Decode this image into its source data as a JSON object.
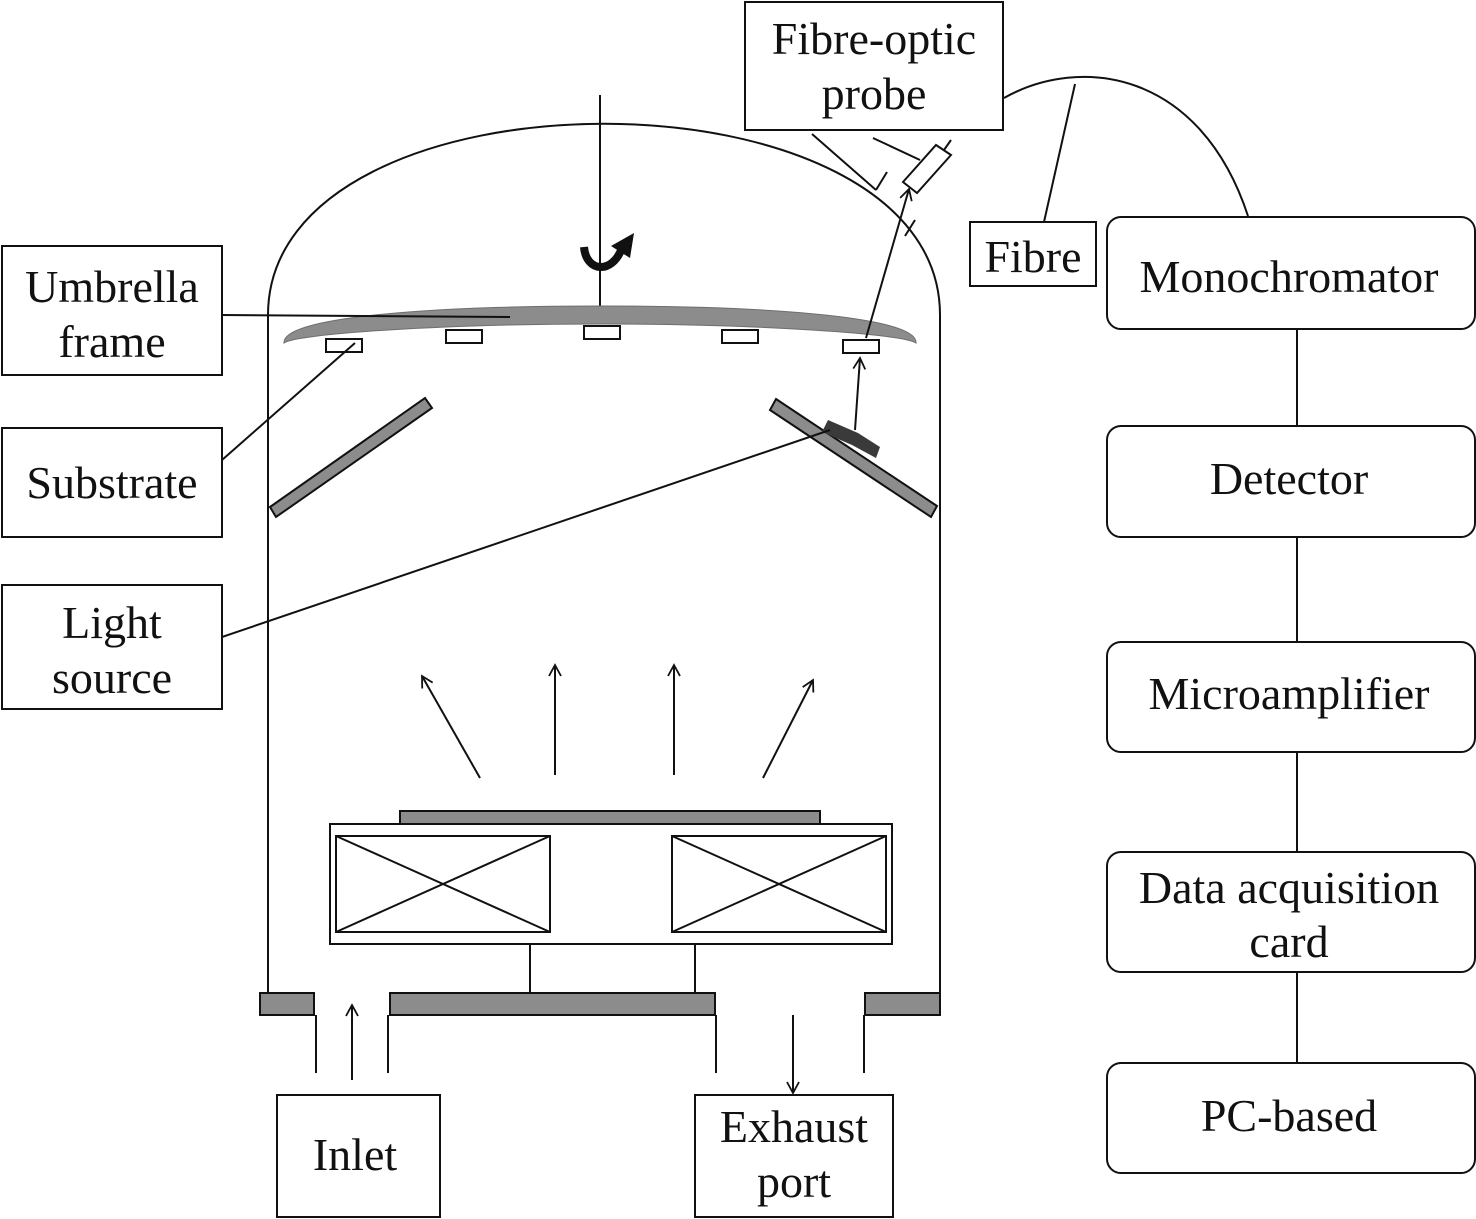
{
  "labels": {
    "fibre_optic_probe": [
      "Fibre-optic",
      "probe"
    ],
    "fibre": "Fibre",
    "umbrella_frame": [
      "Umbrella",
      "frame"
    ],
    "substrate": "Substrate",
    "light_source": [
      "Light",
      "source"
    ],
    "inlet": "Inlet",
    "exhaust_port": [
      "Exhaust",
      "port"
    ]
  },
  "pipeline": [
    "Monochromator",
    "Detector",
    "Microamplifier",
    "Data acquisition card",
    "PC-based"
  ],
  "pipeline_lines": {
    "data_acquisition": [
      "Data acquisition",
      "card"
    ]
  },
  "colors": {
    "line": "#111111",
    "fill_gray": "#8c8c8c",
    "background": "#ffffff"
  }
}
